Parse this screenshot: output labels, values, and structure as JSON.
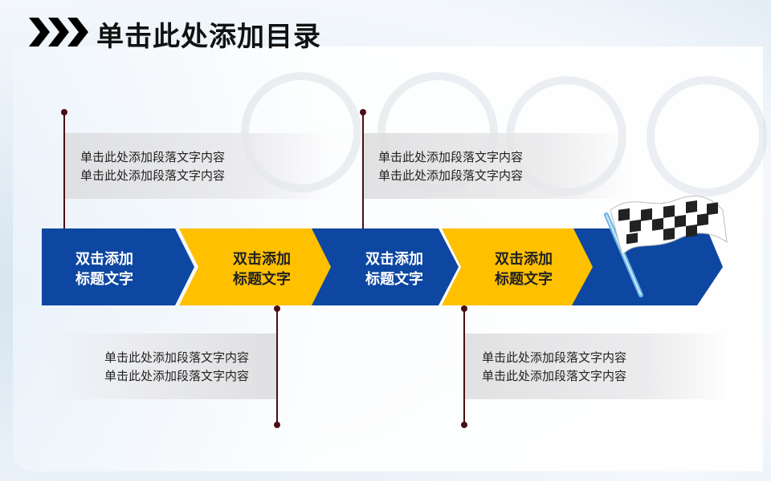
{
  "title": "单击此处添加目录",
  "colors": {
    "blue": "#0d47a1",
    "yellow": "#ffc000",
    "line": "#4a0f14"
  },
  "steps": [
    {
      "label_line1": "双击添加",
      "label_line2": "标题文字"
    },
    {
      "label_line1": "双击添加",
      "label_line2": "标题文字"
    },
    {
      "label_line1": "双击添加",
      "label_line2": "标题文字"
    },
    {
      "label_line1": "双击添加",
      "label_line2": "标题文字"
    }
  ],
  "notes": [
    {
      "line1": "单击此处添加段落文字内容",
      "line2": "单击此处添加段落文字内容"
    },
    {
      "line1": "单击此处添加段落文字内容",
      "line2": "单击此处添加段落文字内容"
    },
    {
      "line1": "单击此处添加段落文字内容",
      "line2": "单击此处添加段落文字内容"
    },
    {
      "line1": "单击此处添加段落文字内容",
      "line2": "单击此处添加段落文字内容"
    }
  ],
  "icons": {
    "title_marker": "triple-chevron-icon",
    "finish": "checkered-flag-icon"
  }
}
